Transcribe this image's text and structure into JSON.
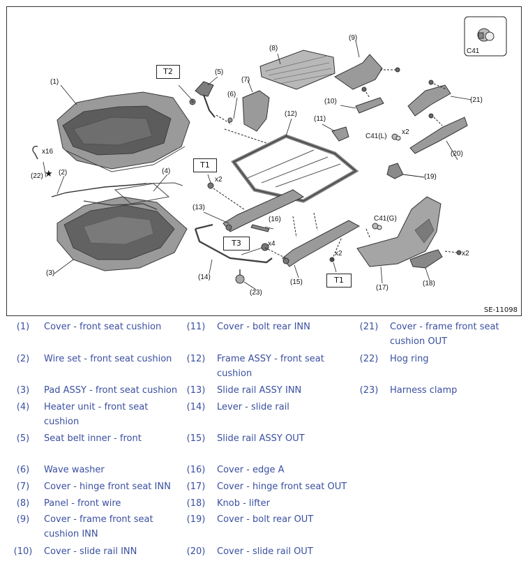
{
  "figure_id": "SE-11098",
  "callouts": {
    "p1": "(1)",
    "p2": "(2)",
    "p3": "(3)",
    "p4": "(4)",
    "p5": "(5)",
    "p6": "(6)",
    "p7": "(7)",
    "p8": "(8)",
    "p9": "(9)",
    "p10": "(10)",
    "p11": "(11)",
    "p12": "(12)",
    "p13": "(13)",
    "p14": "(14)",
    "p15": "(15)",
    "p16": "(16)",
    "p17": "(17)",
    "p18": "(18)",
    "p19": "(19)",
    "p20": "(20)",
    "p21": "(21)",
    "p22": "(22)",
    "p23": "(23)"
  },
  "quantities": {
    "x16": "x16",
    "x2_t1": "x2",
    "x4": "x4",
    "x2_bolt": "x2",
    "x2_c41l": "x2",
    "x2_r": "x2"
  },
  "labels": {
    "c41_l": "C41(L)",
    "c41_g": "C41(G)",
    "c41_box": "C41",
    "t1_top": "T1",
    "t1_bottom": "T1",
    "t2": "T2",
    "t3": "T3"
  },
  "legend": [
    {
      "num": "(1)",
      "text": "Cover - front seat cushion"
    },
    {
      "num": "(2)",
      "text": "Wire set - front seat cushion"
    },
    {
      "num": "(3)",
      "text": "Pad ASSY - front seat cushion"
    },
    {
      "num": "(4)",
      "text": "Heater unit - front seat cushion"
    },
    {
      "num": "(5)",
      "text": "Seat belt inner - front"
    },
    {
      "num": "(6)",
      "text": "Wave washer"
    },
    {
      "num": "(7)",
      "text": "Cover - hinge front seat INN"
    },
    {
      "num": "(8)",
      "text": "Panel - front wire"
    },
    {
      "num": "(9)",
      "text": "Cover - frame front seat cushion INN"
    },
    {
      "num": "(10)",
      "text": "Cover - slide rail INN"
    },
    {
      "num": "(11)",
      "text": "Cover - bolt rear INN"
    },
    {
      "num": "(12)",
      "text": "Frame ASSY - front seat cushion"
    },
    {
      "num": "(13)",
      "text": "Slide rail ASSY INN"
    },
    {
      "num": "(14)",
      "text": "Lever - slide rail"
    },
    {
      "num": "(15)",
      "text": "Slide rail ASSY OUT"
    },
    {
      "num": "(16)",
      "text": "Cover - edge A"
    },
    {
      "num": "(17)",
      "text": "Cover - hinge front seat OUT"
    },
    {
      "num": "(18)",
      "text": "Knob - lifter"
    },
    {
      "num": "(19)",
      "text": "Cover - bolt rear OUT"
    },
    {
      "num": "(20)",
      "text": "Cover - slide rail OUT"
    },
    {
      "num": "(21)",
      "text": "Cover - frame front seat cushion OUT"
    },
    {
      "num": "(22)",
      "text": "Hog ring"
    },
    {
      "num": "(23)",
      "text": "Harness clamp"
    }
  ],
  "colors": {
    "part_fill": "#9a9a9a",
    "part_dark": "#5a5a5a",
    "part_light": "#c6c6c6",
    "legend_text": "#3a4fa0",
    "line": "#222222"
  }
}
